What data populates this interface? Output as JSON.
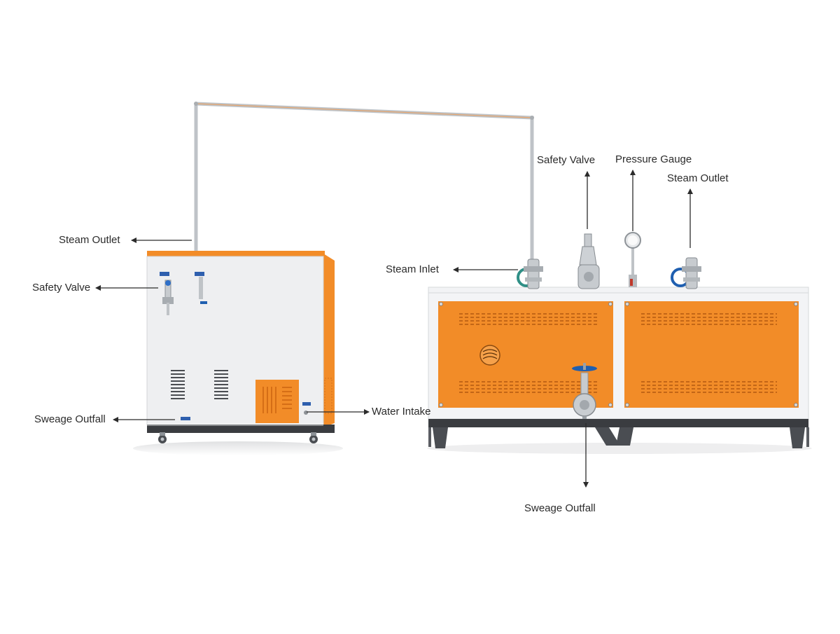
{
  "colors": {
    "accent_orange": "#F28C28",
    "cabinet_white": "#EEEFF1",
    "frame_dark": "#3A3C40",
    "pipe_silver": "#BFC3C7",
    "valve_teal": "#2F8F86",
    "handwheel_blue": "#1F5FB0",
    "label_text": "#2B2B2B"
  },
  "left_unit": {
    "callouts": {
      "steam_outlet": "Steam Outlet",
      "safety_valve": "Safety Valve",
      "sweage_outfall": "Sweage Outfall",
      "water_intake": "Water Intake"
    }
  },
  "right_unit": {
    "callouts": {
      "steam_inlet": "Steam Inlet",
      "safety_valve": "Safety Valve",
      "pressure_gauge": "Pressure Gauge",
      "steam_outlet": "Steam Outlet",
      "sweage_outfall": "Sweage Outfall"
    }
  },
  "icons": [
    "arrow-icon",
    "gauge-icon",
    "handwheel-icon",
    "fan-vent-icon",
    "caster-wheel-icon"
  ]
}
